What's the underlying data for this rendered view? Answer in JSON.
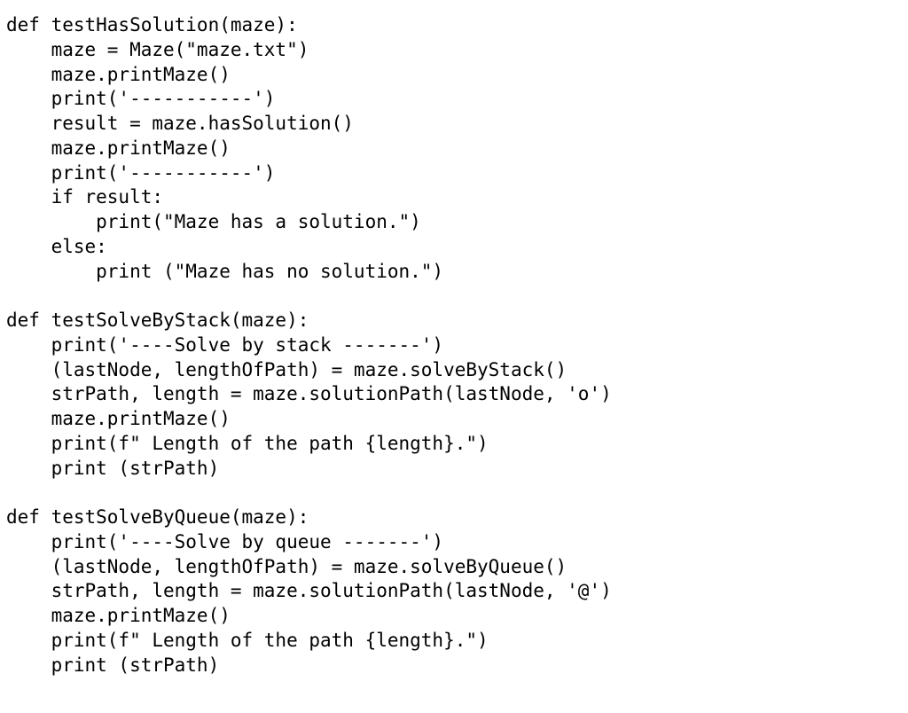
{
  "code": {
    "lines": [
      "def testHasSolution(maze):",
      "    maze = Maze(\"maze.txt\")",
      "    maze.printMaze()",
      "    print('-----------')",
      "    result = maze.hasSolution()",
      "    maze.printMaze()",
      "    print('-----------')",
      "    if result:",
      "        print(\"Maze has a solution.\")",
      "    else:",
      "        print (\"Maze has no solution.\")",
      "",
      "def testSolveByStack(maze):",
      "    print('----Solve by stack -------')",
      "    (lastNode, lengthOfPath) = maze.solveByStack()",
      "    strPath, length = maze.solutionPath(lastNode, 'o')",
      "    maze.printMaze()",
      "    print(f\" Length of the path {length}.\")",
      "    print (strPath)",
      "",
      "def testSolveByQueue(maze):",
      "    print('----Solve by queue -------')",
      "    (lastNode, lengthOfPath) = maze.solveByQueue()",
      "    strPath, length = maze.solutionPath(lastNode, '@')",
      "    maze.printMaze()",
      "    print(f\" Length of the path {length}.\")",
      "    print (strPath)"
    ]
  }
}
